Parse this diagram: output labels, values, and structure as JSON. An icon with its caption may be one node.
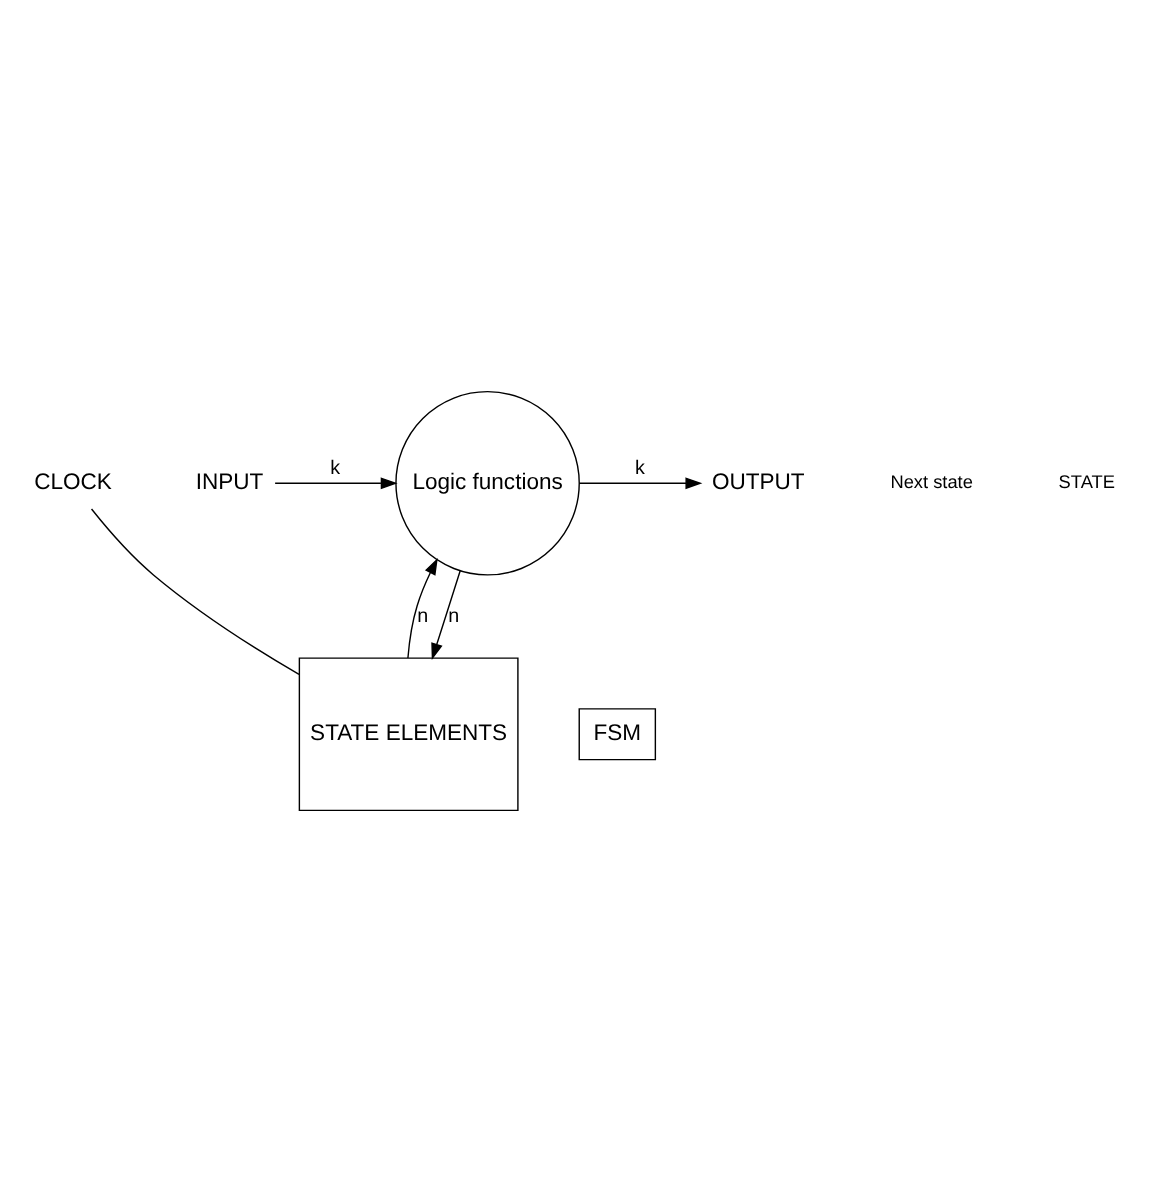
{
  "diagram": {
    "nodes": [
      {
        "text": [
          "Logic functions"
        ]
      },
      {
        "text": [
          "STATE ELEMENTS"
        ]
      },
      {
        "text": [
          "INPUT"
        ]
      },
      {
        "text": [
          "OUTPUT"
        ]
      },
      {
        "text": [
          "CLOCK"
        ]
      },
      {
        "text": [
          "FSM"
        ]
      }
    ],
    "edges": [
      {
        "from": 2,
        "to": 0,
        "arrow": "to",
        "label": "k"
      },
      {
        "from": 0,
        "to": 3,
        "arrow": "to",
        "label": "k"
      },
      {
        "from": 0,
        "to": 1,
        "arrow": "to",
        "label": "n"
      },
      {
        "from": 1,
        "to": 0,
        "arrow": "to",
        "label": "n"
      },
      {
        "from": 4,
        "to": 1,
        "arrow": "none"
      }
    ],
    "labels": [
      "Next state",
      "STATE"
    ]
  }
}
